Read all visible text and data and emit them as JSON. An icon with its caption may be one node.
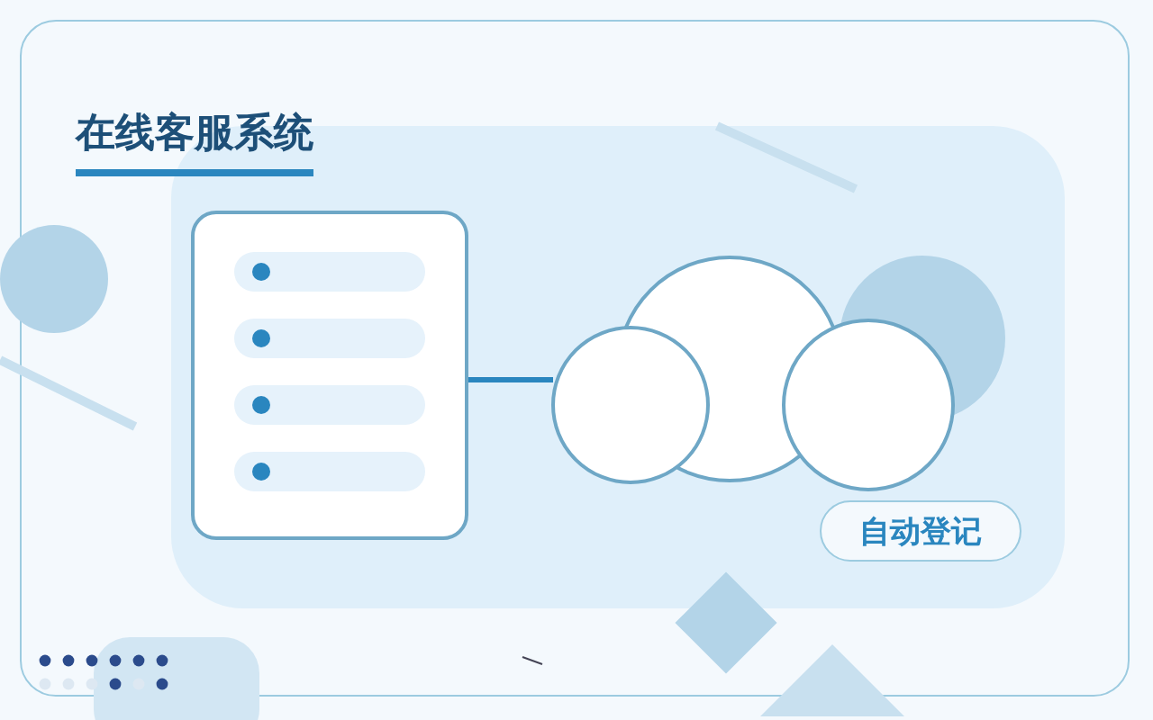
{
  "diagram": {
    "title": "在线客服系统",
    "nodes": [
      {
        "text": [],
        "shape": "box"
      },
      {
        "text": [],
        "shape": "cloud"
      },
      {
        "text": [
          "自动登记"
        ]
      }
    ],
    "edges": [
      {
        "from": 0,
        "to": 1,
        "arrow": "none"
      }
    ]
  }
}
